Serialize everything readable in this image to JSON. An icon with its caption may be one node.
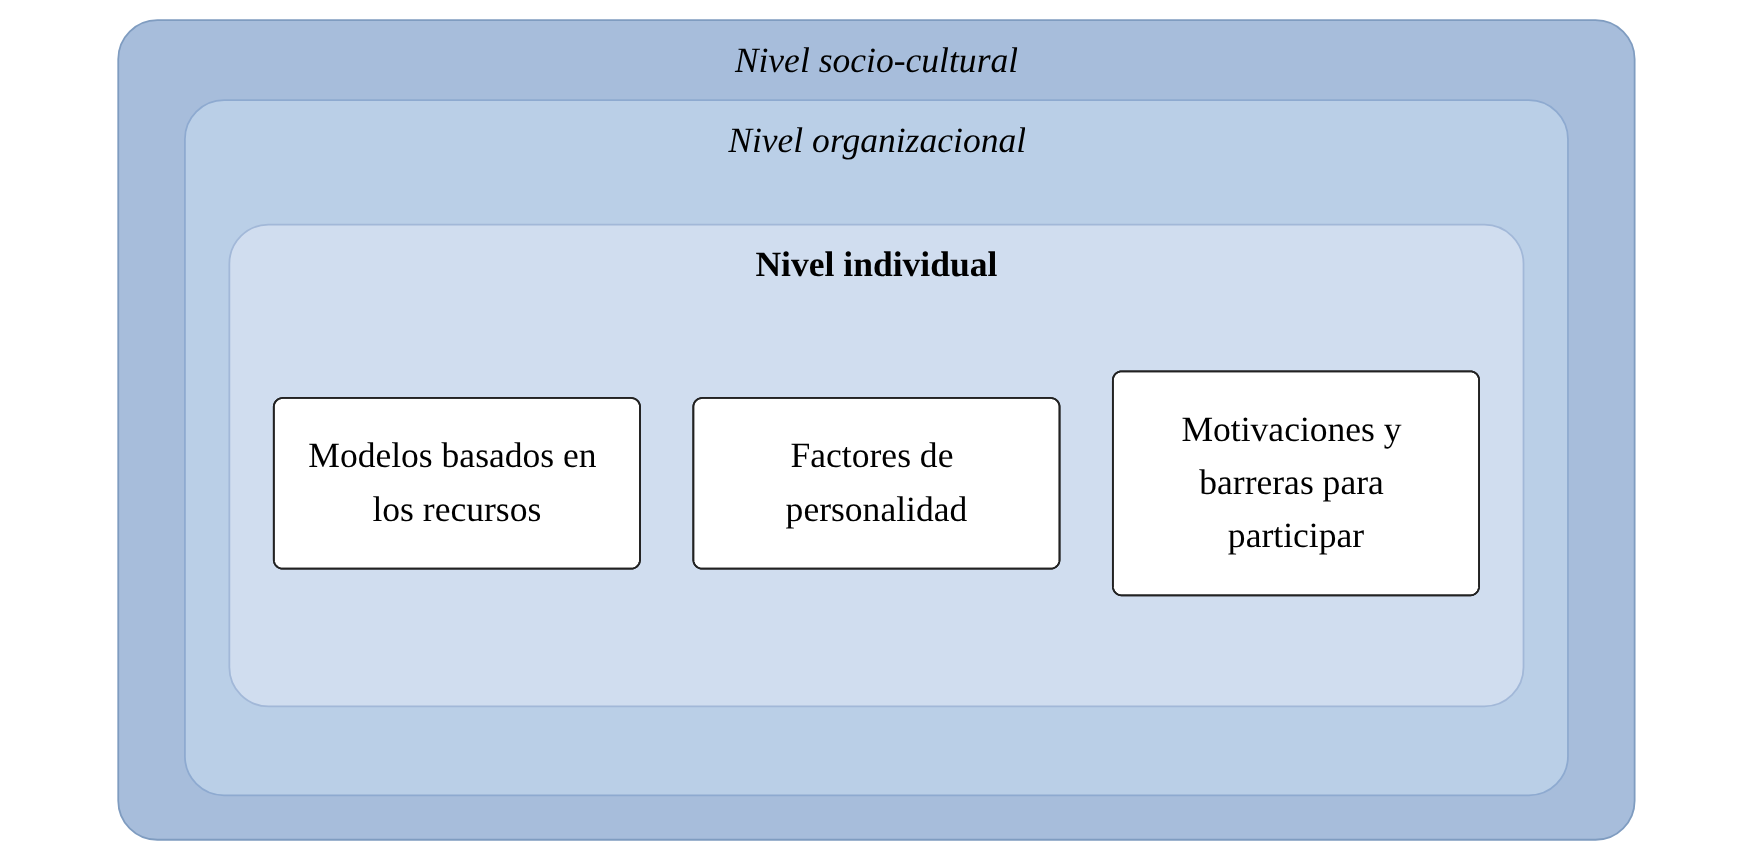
{
  "diagram": {
    "nodes": [
      {
        "text": [
          "Nivel socio-cultural"
        ]
      },
      {
        "text": [
          "Nivel organizacional"
        ],
        "in": 0
      },
      {
        "text": [
          "Nivel individual"
        ],
        "in": 1
      },
      {
        "text": [
          "Modelos basados en los recursos"
        ],
        "in": 2
      },
      {
        "text": [
          "Factores de personalidad"
        ],
        "in": 2
      },
      {
        "text": [
          "Motivaciones y barreras para participar"
        ],
        "in": 2
      }
    ],
    "edges": []
  }
}
